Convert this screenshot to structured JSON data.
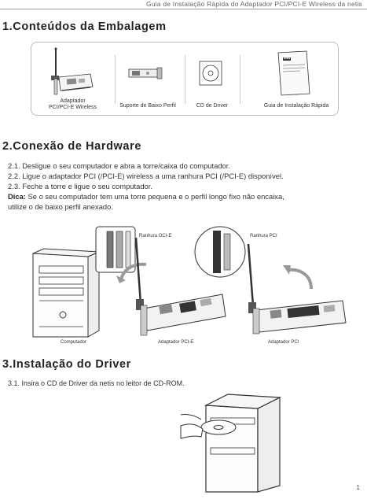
{
  "header": {
    "title": "Guia de Instalação Rápida do Adaptador PCI/PCI-E Wireless da netis"
  },
  "sections": {
    "packaging": {
      "title": "1.Conteúdos da Embalagem",
      "items": [
        {
          "label_line1": "Adaptador",
          "label_line2": "PCI/PCI-E Wireless"
        },
        {
          "label": "Suporte de Baixo Perfil"
        },
        {
          "label": "CD de Driver"
        },
        {
          "label": "Guia de Instalação Rápida"
        }
      ],
      "guide_brand": "netis"
    },
    "hardware": {
      "title": "2.Conexão de Hardware",
      "steps": [
        "2.1. Desligue o seu computador e abra a torre/caixa do computador.",
        "2.2. Ligue o adaptador PCI (/PCI-E) wireless a uma ranhura PCI (/PCI-E) disponível.",
        "2.3. Feche a torre e ligue o seu computador."
      ],
      "tip_label": "Dica:",
      "tip_line1": " Se o seu computador tem uma torre pequena e o perfil longo fixo não encaixa,",
      "tip_line2": "utilize o de baixo perfil anexado.",
      "diagram": {
        "slot_pcie": "Ranhura OCI-E",
        "slot_pci": "Ranhura PCI",
        "computer": "Computador",
        "adapter_pcie": "Adaptador PCI-E",
        "adapter_pci": "Adaptador PCI"
      }
    },
    "driver": {
      "title": "3.Instalação do Driver",
      "step": "3.1. Insira o CD de Driver da netis no leitor de CD-ROM."
    }
  },
  "footer": {
    "page_number": "1"
  }
}
